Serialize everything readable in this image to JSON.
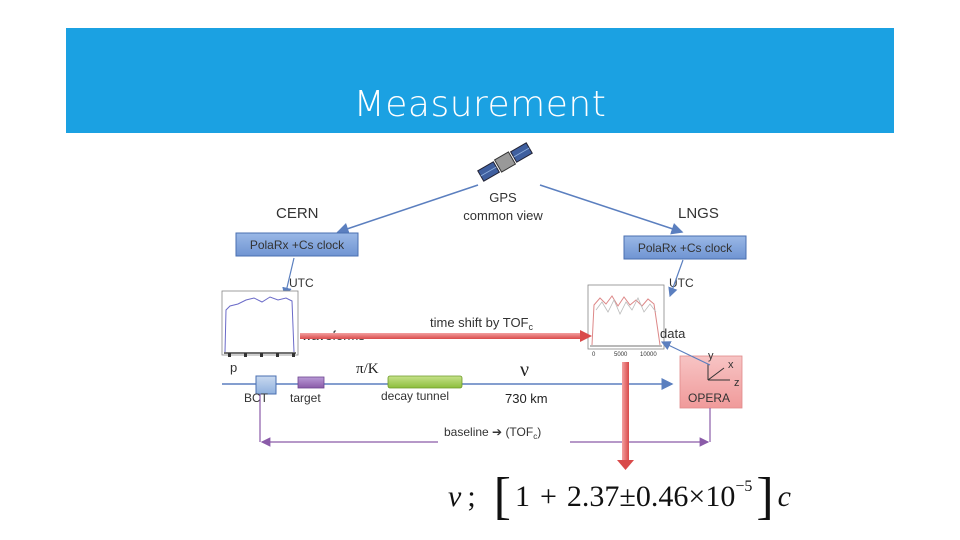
{
  "slide": {
    "title": "Measurement",
    "accent_color": "#1ba1e2"
  },
  "diagram": {
    "gps_label_line1": "GPS",
    "gps_label_line2": "common view",
    "cern_label": "CERN",
    "lngs_label": "LNGS",
    "cern_clock": "PolaRx +Cs clock",
    "lngs_clock": "PolaRx +Cs clock",
    "cern_utc": "UTC",
    "lngs_utc": "UTC",
    "waveforms_label": "waveforms",
    "time_shift_label": "time shift by TOF",
    "time_shift_subscript": "c",
    "data_label": "data",
    "p_label": "p",
    "pi_k_label": "π/K",
    "nu_label": "ν",
    "bct_label": "BCT",
    "target_label": "target",
    "decay_tunnel_label": "decay tunnel",
    "distance_label": "730 km",
    "opera_label": "OPERA",
    "axis_y": "y",
    "axis_x": "x",
    "axis_z": "z",
    "baseline_label": "baseline",
    "baseline_tof": "(TOF",
    "baseline_tof_sub": "c",
    "baseline_tof_close": ")",
    "data_tick_1": "0",
    "data_tick_2": "5000",
    "data_tick_3": "10000"
  },
  "formula": {
    "variable": "v",
    "relation": ";",
    "one": "1",
    "plus": "+",
    "value": "2.37",
    "plusminus": "±",
    "error": "0.46",
    "times": "×",
    "base": "10",
    "exponent": "−5",
    "c": "c"
  }
}
